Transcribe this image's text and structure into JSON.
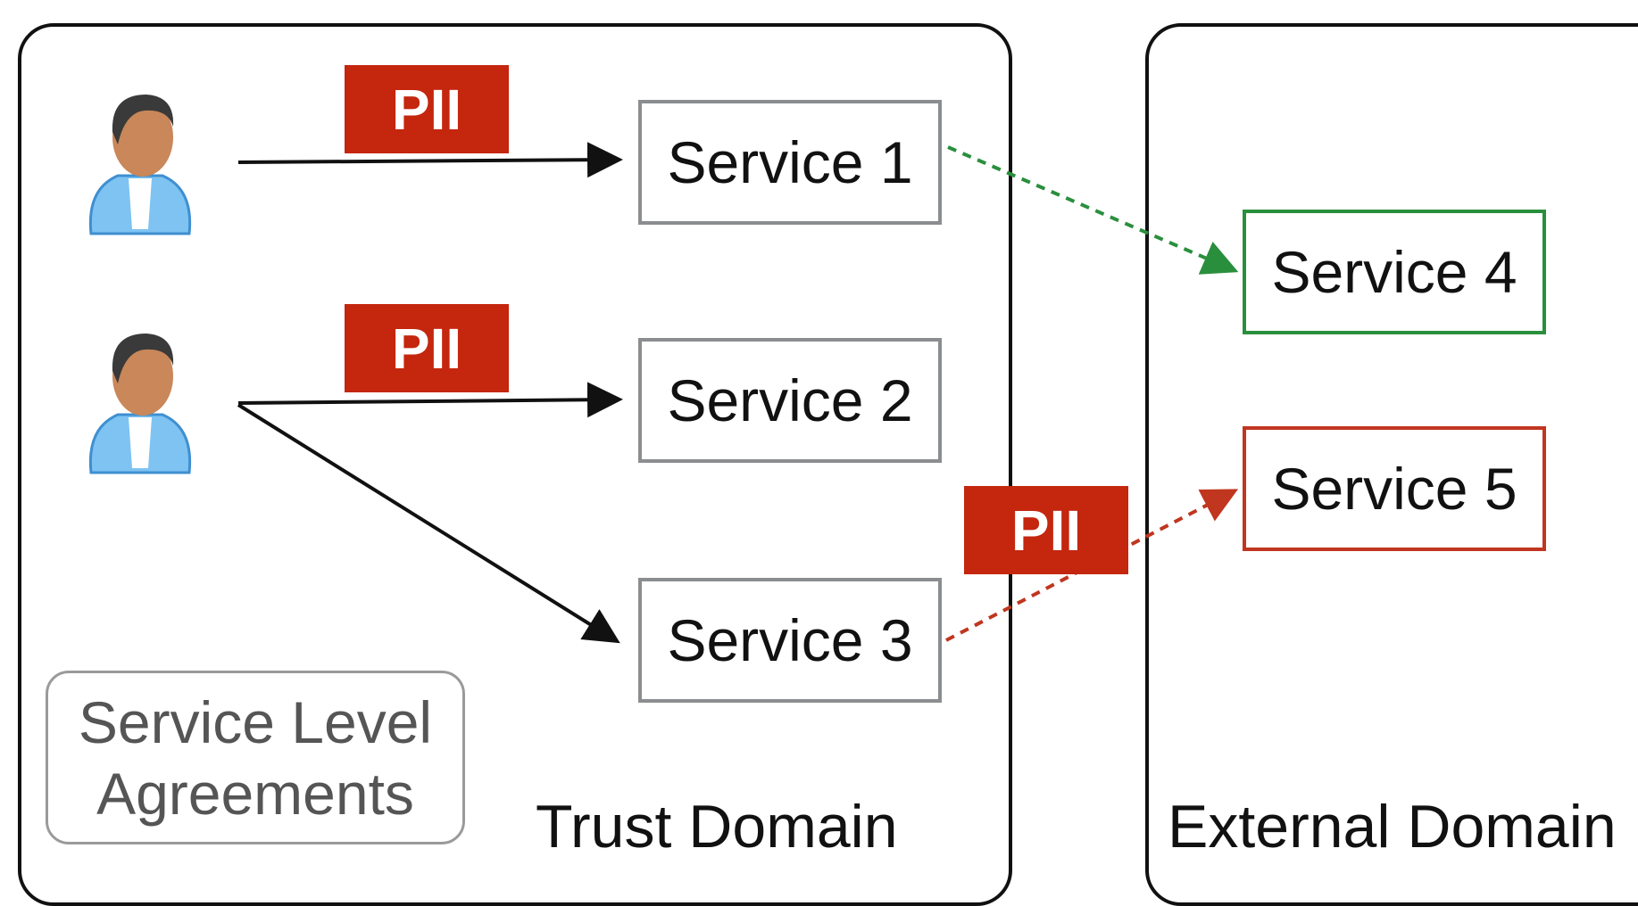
{
  "trust_domain": {
    "label": "Trust Domain"
  },
  "external_domain": {
    "label": "External Domain"
  },
  "services": {
    "s1": "Service 1",
    "s2": "Service 2",
    "s3": "Service 3",
    "s4": "Service 4",
    "s5": "Service 5"
  },
  "pii_tags": {
    "t1": "PII",
    "t2": "PII",
    "t3": "PII"
  },
  "sla": {
    "line1": "Service Level",
    "line2": "Agreements"
  },
  "colors": {
    "pii": "#c4260e",
    "allowed": "#2a8f3d",
    "violation": "#c0361f",
    "internal": "#8b8d90"
  },
  "icons": {
    "user": "user-icon"
  }
}
